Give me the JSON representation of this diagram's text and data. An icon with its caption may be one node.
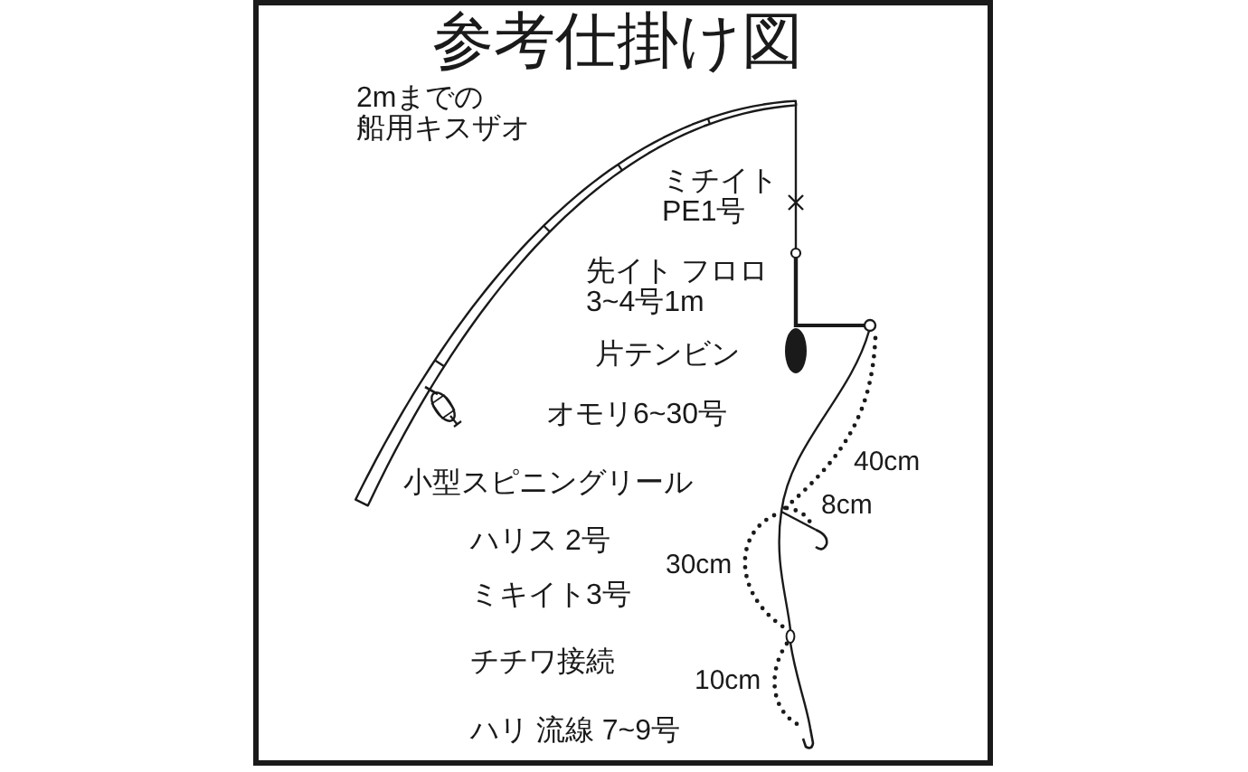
{
  "diagram": {
    "title": "参考仕掛け図",
    "labels": [
      "2mまでの船用キスザオ",
      "ミチイトPE1号",
      "先イト フロロ3~4号1m",
      "片テンビン",
      "オモリ6~30号",
      "40cm",
      "小型スピニングリール",
      "8cm",
      "ハリス 2号",
      "30cm",
      "ミキイト3号",
      "チチワ接続",
      "10cm",
      "ハリ 流線 7~9号"
    ]
  }
}
